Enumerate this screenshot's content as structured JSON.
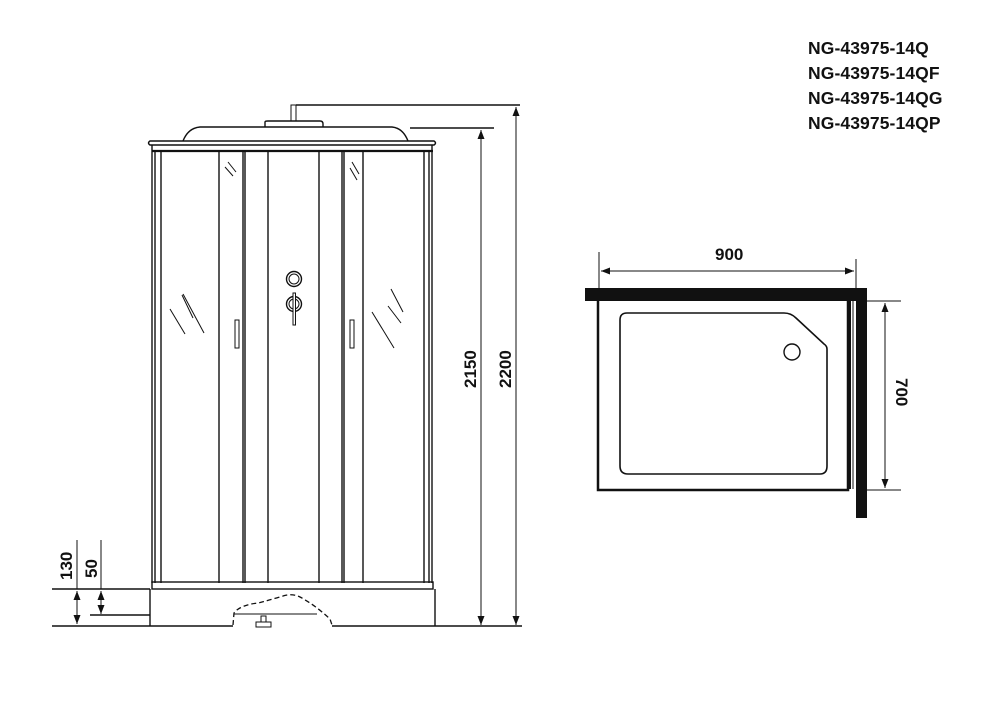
{
  "models": [
    "NG-43975-14Q",
    "NG-43975-14QF",
    "NG-43975-14QG",
    "NG-43975-14QP"
  ],
  "front_view": {
    "dimensions": {
      "height_cabin": "2150",
      "height_total": "2200",
      "tray_height": "130",
      "leg_height": "50"
    }
  },
  "plan_view": {
    "dimensions": {
      "width": "900",
      "depth": "700"
    }
  },
  "colors": {
    "line": "#111111",
    "background": "#ffffff"
  }
}
